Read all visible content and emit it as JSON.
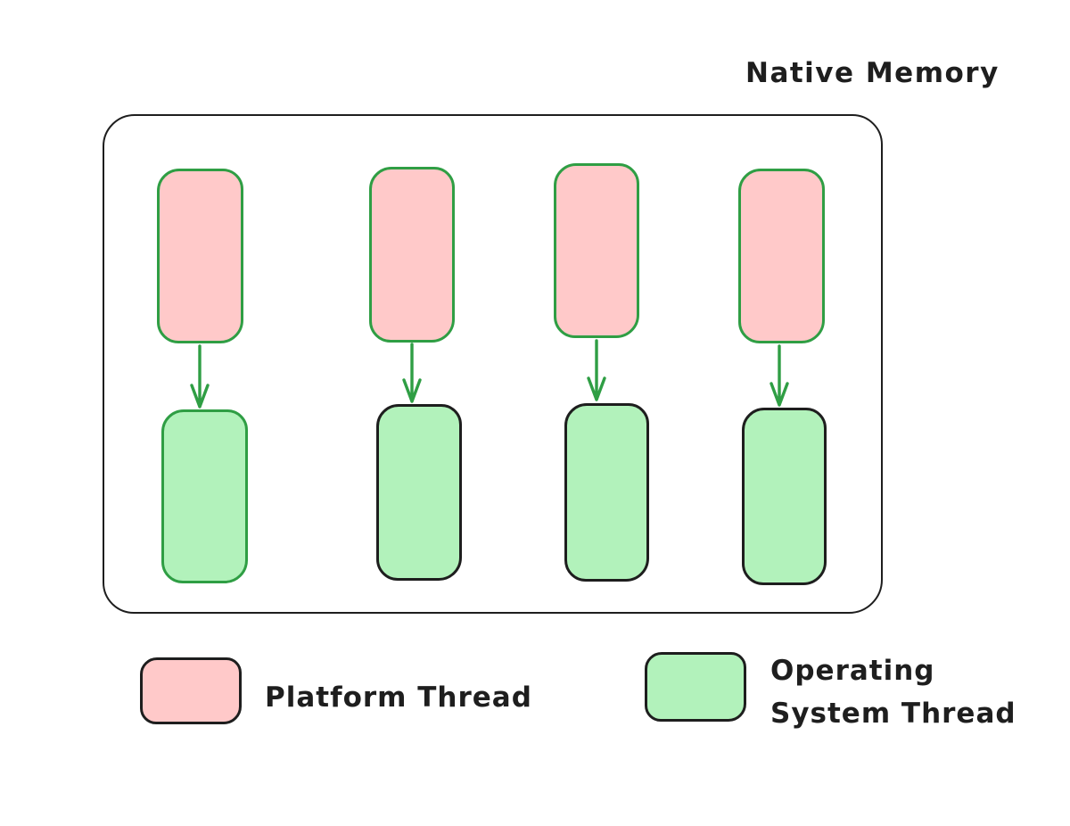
{
  "title": "Native Memory",
  "colors": {
    "background": "#ffffff",
    "pink_fill": "#ffc9c9",
    "green_fill": "#b2f2bb",
    "green_stroke": "#2f9e44",
    "black_stroke": "#1e1e1e"
  },
  "diagram": {
    "container_label": "Native Memory",
    "thread_pairs": 4,
    "arrow_direction": "down",
    "top_row_box": "Platform Thread",
    "bottom_row_box": "Operating System Thread"
  },
  "legend": {
    "items": [
      {
        "label": "Platform Thread",
        "swatch_color": "#ffc9c9"
      },
      {
        "label": "Operating System Thread",
        "swatch_color": "#b2f2bb"
      }
    ]
  }
}
